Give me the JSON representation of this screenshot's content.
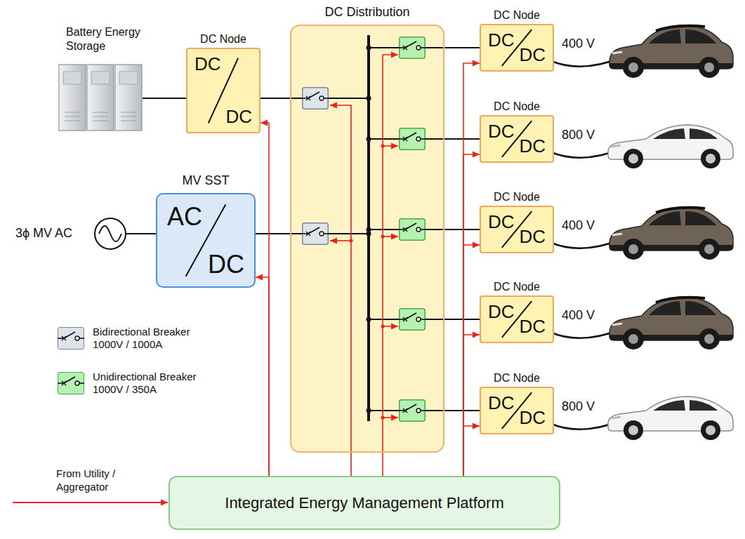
{
  "diagram": {
    "nodes": [
      {
        "text": [
          "Battery Energy Storage"
        ]
      },
      {
        "text": [
          "DC Node",
          "DC",
          "DC"
        ]
      },
      {
        "text": [
          "DC Distribution"
        ]
      },
      {
        "text": [
          "DC Node",
          "DC",
          "DC"
        ]
      },
      {
        "text": [
          "DC Node",
          "DC",
          "DC"
        ]
      },
      {
        "text": [
          "DC Node",
          "DC",
          "DC"
        ]
      },
      {
        "text": [
          "DC Node",
          "DC",
          "DC"
        ]
      },
      {
        "text": [
          "DC Node",
          "DC",
          "DC"
        ]
      },
      {
        "text": [
          "MV SST",
          "AC",
          "DC"
        ]
      },
      {
        "text": [
          "Integrated Energy Management Platform"
        ]
      }
    ],
    "edges": [
      {
        "from": 0,
        "to": 1,
        "arrow": "none"
      },
      {
        "from": 1,
        "to": 2,
        "arrow": "none"
      },
      {
        "from": 8,
        "to": 2,
        "arrow": "none"
      },
      {
        "from": 2,
        "to": 3,
        "arrow": "none"
      },
      {
        "from": 2,
        "to": 4,
        "arrow": "none"
      },
      {
        "from": 2,
        "to": 5,
        "arrow": "none"
      },
      {
        "from": 2,
        "to": 6,
        "arrow": "none"
      },
      {
        "from": 2,
        "to": 7,
        "arrow": "none"
      },
      {
        "from": 9,
        "to": 1,
        "arrow": "to"
      },
      {
        "from": 9,
        "to": 8,
        "arrow": "to"
      },
      {
        "from": 9,
        "to": 2,
        "arrow": "none"
      },
      {
        "from": 9,
        "to": 2,
        "arrow": "none"
      },
      {
        "from": 9,
        "to": 3,
        "arrow": "to"
      },
      {
        "from": 9,
        "to": 4,
        "arrow": "to"
      },
      {
        "from": 9,
        "to": 5,
        "arrow": "to"
      },
      {
        "from": 9,
        "to": 6,
        "arrow": "to"
      },
      {
        "from": 9,
        "to": 7,
        "arrow": "to"
      }
    ],
    "labels": [
      "400 V",
      "800 V",
      "3ϕ MV AC",
      "400 V",
      "400 V",
      "800 V",
      "From Utility / Aggregator"
    ],
    "legend": [
      {
        "text": "Bidirectional Breaker 1000V / 1000A",
        "color": "#dfe3ea"
      },
      {
        "text": "Unidirectional Breaker 1000V / 350A",
        "color": "#b5f1b0"
      }
    ]
  }
}
